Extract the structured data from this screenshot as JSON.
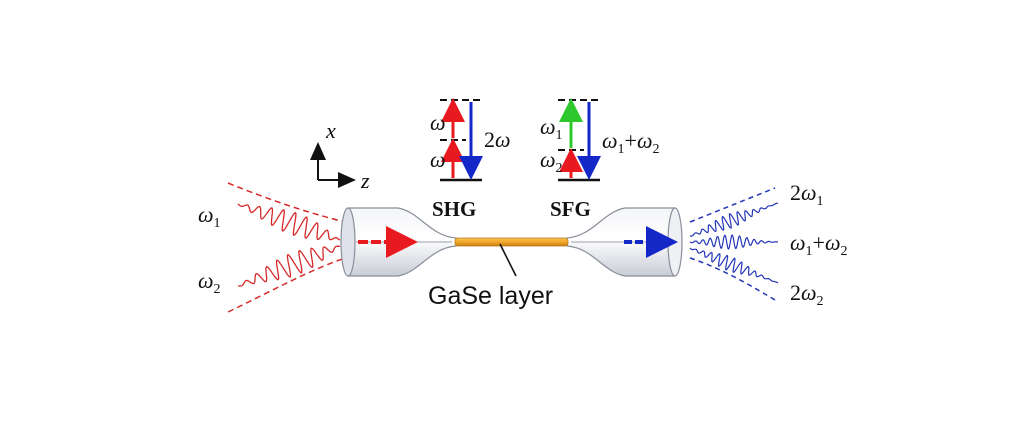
{
  "axes": {
    "x": "x",
    "z": "z"
  },
  "energy_levels": {
    "shg": {
      "title": "SHG",
      "lower_photon_symbol": "ω",
      "upper_photon_symbol": "ω",
      "output_coeff": "2",
      "output_symbol": "ω",
      "up_arrow_color": "#e8191f",
      "down_arrow_color": "#1428c8"
    },
    "sfg": {
      "title": "SFG",
      "lower_photon_symbol": "ω",
      "lower_photon_sub": "2",
      "upper_photon_symbol": "ω",
      "upper_photon_sub": "1",
      "out_a_symbol": "ω",
      "out_a_sub": "1",
      "out_plus": "+",
      "out_b_symbol": "ω",
      "out_b_sub": "2",
      "lower_arrow_color": "#e8191f",
      "upper_arrow_color": "#2ec82e",
      "down_arrow_color": "#1428c8"
    }
  },
  "inputs": {
    "a": {
      "symbol": "ω",
      "sub": "1"
    },
    "b": {
      "symbol": "ω",
      "sub": "2"
    },
    "color": "#d62a2a"
  },
  "outputs": {
    "top": {
      "coeff": "2",
      "symbol": "ω",
      "sub": "1"
    },
    "middle": {
      "symbol_a": "ω",
      "sub_a": "1",
      "plus": "+",
      "symbol_b": "ω",
      "sub_b": "2"
    },
    "bottom": {
      "coeff": "2",
      "symbol": "ω",
      "sub": "2"
    },
    "color": "#2436b8"
  },
  "device": {
    "layer_label": "GaSe layer",
    "layer_color": "#f2a72a",
    "fiber_color": "#e4e6ec"
  }
}
